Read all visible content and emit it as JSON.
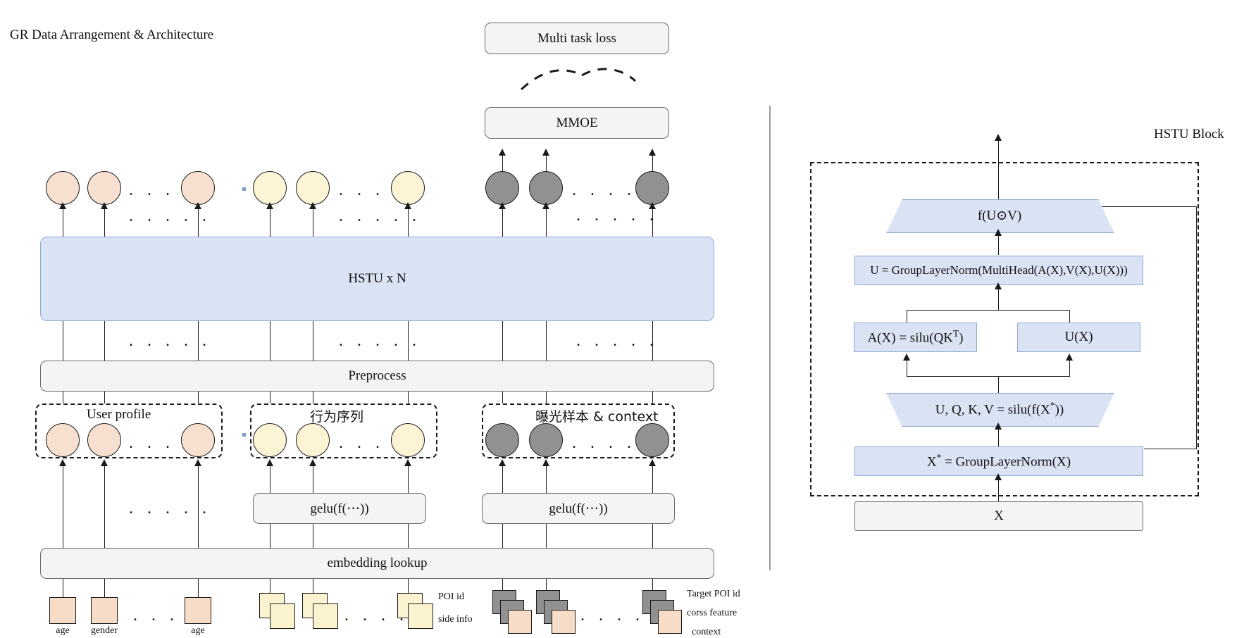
{
  "page": {
    "title": "GR Data Arrangement & Architecture",
    "right_panel_title": "HSTU Block"
  },
  "left": {
    "multi_task_loss": "Multi task loss",
    "mmoe": "MMOE",
    "hstu": "HSTU x N",
    "preprocess": "Preprocess",
    "embedding_lookup": "embedding lookup",
    "gelu_mid": "gelu(f(⋯))",
    "gelu_right": "gelu(f(⋯))",
    "groups": [
      {
        "label": "User profile",
        "color": "peach"
      },
      {
        "label": "行为序列",
        "color": "yellow"
      },
      {
        "label": "曝光样本 & context",
        "color": "gray"
      }
    ],
    "dots": ". . . . .",
    "bottom_labels": {
      "user": [
        "age",
        "gender",
        "age"
      ],
      "behavior": [
        "POI id",
        "side info"
      ],
      "exposure": [
        "Target POI id",
        "corss feature",
        "context"
      ]
    }
  },
  "right": {
    "nodes": {
      "f_uv": "f(U⊙V)",
      "group_layer_norm": "U = GroupLayerNorm(MultiHead(A(X),V(X),U(X)))",
      "ax": "A(X) = silu(QK",
      "ax_sup": "T",
      "ax_tail": ")",
      "ux": "U(X)",
      "uqkv_head": "U, Q, K, V = silu(f(X",
      "uqkv_sup": "*",
      "uqkv_tail": "))",
      "xstar_head": "X",
      "xstar_sup": "*",
      "xstar_tail": " = GroupLayerNorm(X)",
      "x": "X"
    }
  },
  "colors": {
    "peach": "#f7e0d0",
    "yellow": "#fcf4d4",
    "gray": "#919191",
    "blue_fill": "#dae3f3",
    "blue_border": "#8ea9d6",
    "gray_fill": "#f4f4f4",
    "gray_border": "#6b6b6b"
  }
}
